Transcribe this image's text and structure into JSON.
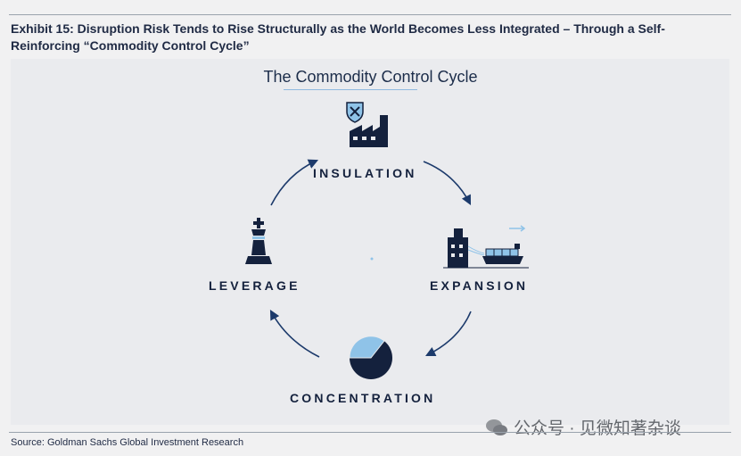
{
  "exhibit_title": "Exhibit 15: Disruption Risk Tends to Rise Structurally as the World Becomes Less Integrated – Through a Self-Reinforcing “Commodity Control Cycle”",
  "diagram": {
    "title": "The Commodity Control Cycle",
    "stages": [
      {
        "label": "INSULATION",
        "icon": "factory-shield-icon"
      },
      {
        "label": "EXPANSION",
        "icon": "factory-ship-icon"
      },
      {
        "label": "CONCENTRATION",
        "icon": "pie-chart-icon"
      },
      {
        "label": "LEVERAGE",
        "icon": "chess-king-icon"
      }
    ]
  },
  "source": "Source: Goldman Sachs Global Investment Research",
  "watermark": "公众号 · 见微知著杂谈",
  "colors": {
    "navy": "#14213d",
    "light_blue": "#8fc3e8",
    "title_text": "#1f2a44"
  }
}
